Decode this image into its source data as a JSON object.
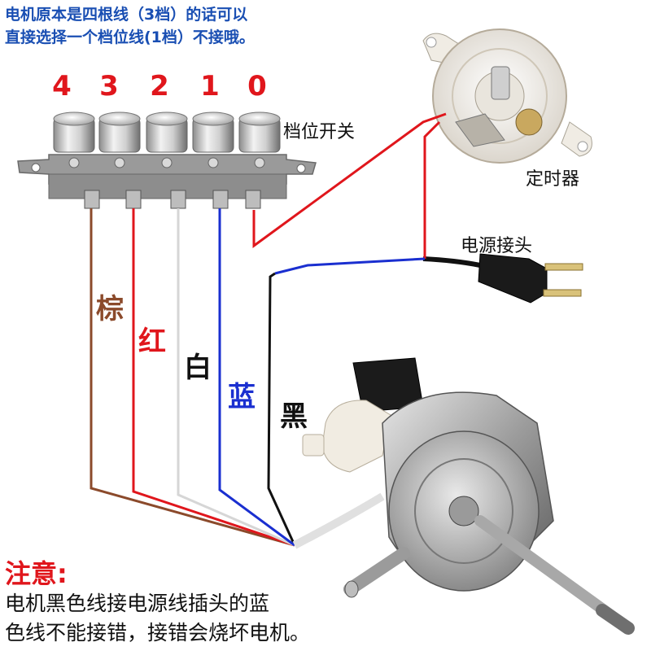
{
  "note": {
    "line1": "电机原本是四根线（3档）的话可以",
    "line2": "直接选择一个档位线(1档）不接哦。"
  },
  "positions": [
    "4",
    "3",
    "2",
    "1",
    "0"
  ],
  "labels": {
    "switch": "档位开关",
    "timer": "定时器",
    "plug": "电源接头"
  },
  "wires": {
    "brown": "棕",
    "red": "红",
    "white": "白",
    "blue": "蓝",
    "black": "黑"
  },
  "colors": {
    "brown": "#8b4a2b",
    "red": "#e0161c",
    "white": "#e6e6e6",
    "blue": "#1a2fd0",
    "black": "#111111",
    "note_blue": "#1a4fb3"
  },
  "warning": {
    "title": "注意:",
    "line1": "电机黑色线接电源线插头的蓝",
    "line2": "色线不能接错，接错会烧坏电机。"
  }
}
